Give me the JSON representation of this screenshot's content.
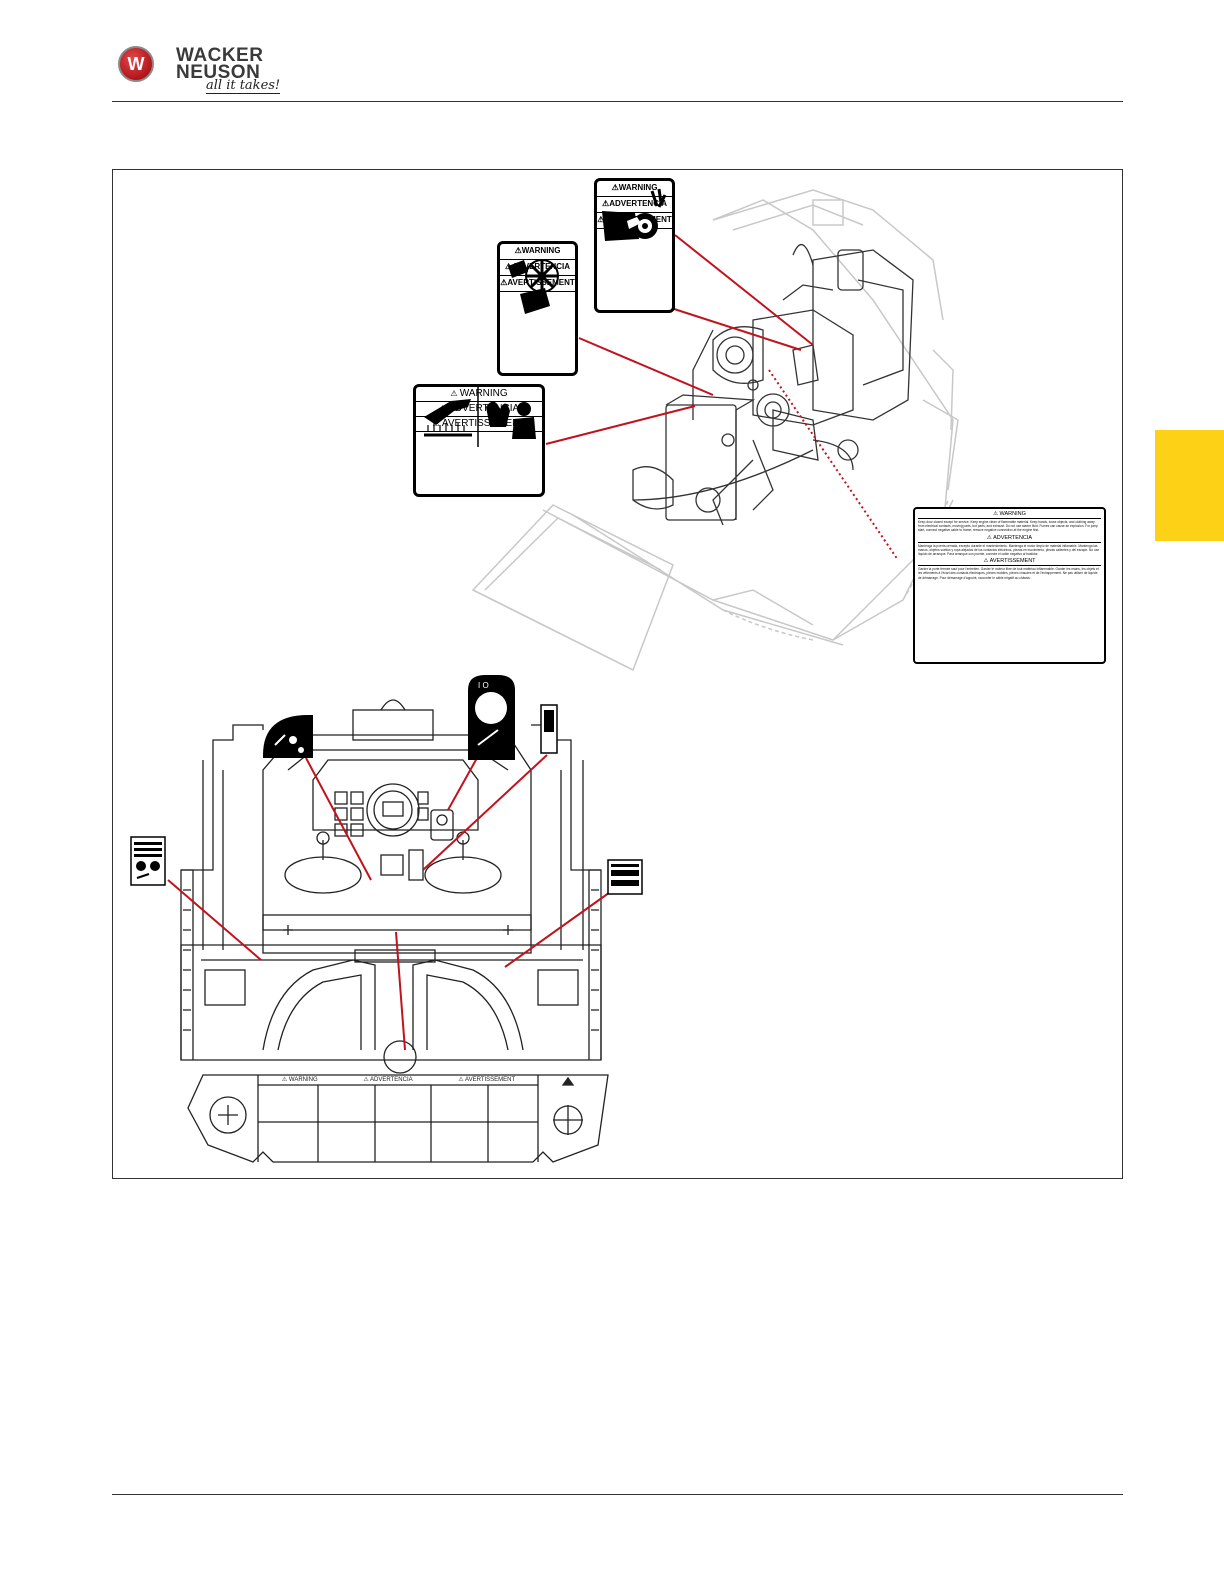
{
  "brand": {
    "logo_letter": "W",
    "name_line1": "WACKER",
    "name_line2": "NEUSON",
    "tagline": "all it takes!",
    "accent_color": "#b0151c",
    "tab_color": "#fcd116"
  },
  "decals": {
    "belt": {
      "warning": "WARNING",
      "advertencia": "ADVERTENCIA",
      "avertissement": "AVERTISSEMENT"
    },
    "fan": {
      "warning": "WARNING",
      "advertencia": "ADVERTENCIA",
      "avertissement": "AVERTISSEMENT"
    },
    "hot": {
      "warning": "WARNING",
      "advertencia": "ADVERTENCIA",
      "avertissement": "AVERTISSEMENT"
    },
    "engine_text": {
      "warning_head": "WARNING",
      "warning_body": "Keep door closed except for service. Keep engine clean of flammable material. Keep hands, loose objects, and clothing away from electrical contacts, moving parts, hot parts, and exhaust. Do not use starter fluid. Fumes can cause an explosion. For jump start, connect negative cable to frame; remove negative connection at the engine first.",
      "advertencia_head": "ADVERTENCIA",
      "advertencia_body": "Mantenga la puerta cerrada, excepto durante el mantenimiento. Mantenga el motor limpio de material inflamable. Mantenga las manos, objetos sueltos y ropa alejados de los contactos eléctricos, piezas en movimiento, piezas calientes y del escape. No use líquido de arranque. Para arranque con puente, conecte el cable negativo al bastidor.",
      "avertissement_head": "AVERTISSEMENT",
      "avertissement_body": "Garder la porte fermée sauf pour l'entretien. Garder le moteur libre de tout matériau inflammable. Garder les mains, les objets et les vêtements à l'écart des contacts électriques, pièces mobiles, pièces chaudes et de l'échappement. Ne pas utiliser de liquide de démarrage. Pour démarrage d'appoint, raccorder le câble négatif au châssis."
    },
    "panel": {
      "warning": "WARNING",
      "advertencia": "ADVERTENCIA",
      "avertissement": "AVERTISSEMENT"
    }
  }
}
